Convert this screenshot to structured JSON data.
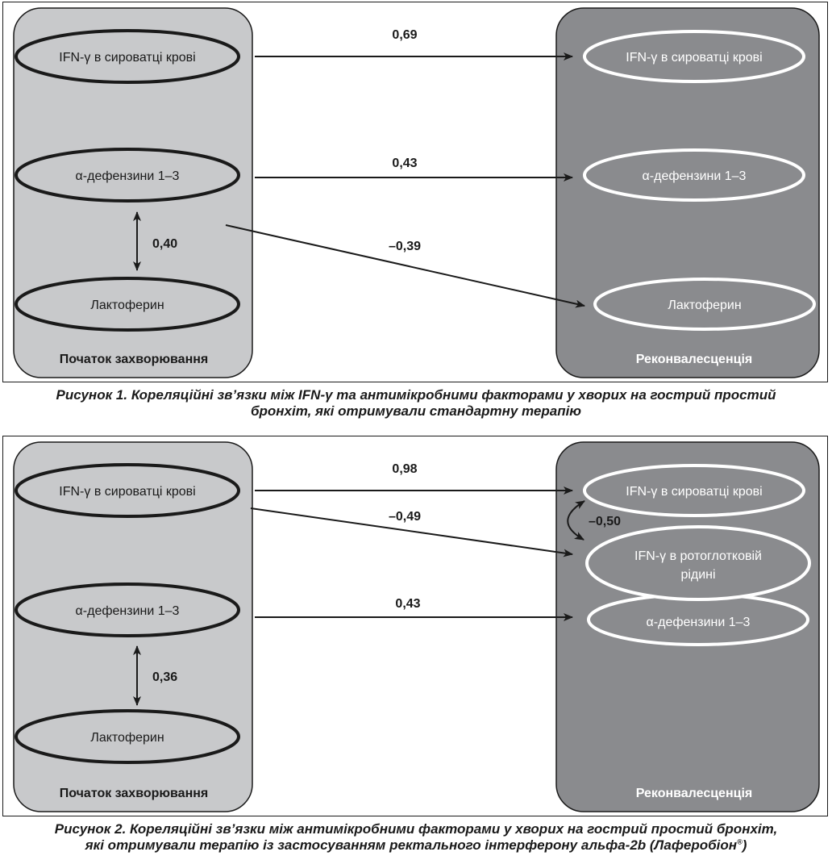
{
  "figure1": {
    "left_panel": {
      "label": "Початок захворювання",
      "nodes": [
        {
          "id": "ifn",
          "label": "IFN-γ в сироватці крові"
        },
        {
          "id": "def",
          "label": "α-дефензини 1–3"
        },
        {
          "id": "lac",
          "label": "Лактоферин"
        }
      ]
    },
    "right_panel": {
      "label": "Реконвалесценція",
      "nodes": [
        {
          "id": "ifn",
          "label": "IFN-γ в сироватці крові"
        },
        {
          "id": "def",
          "label": "α-дефензини 1–3"
        },
        {
          "id": "lac",
          "label": "Лактоферин"
        }
      ]
    },
    "edges": [
      {
        "from": "left.ifn",
        "to": "right.ifn",
        "value": "0,69"
      },
      {
        "from": "left.def",
        "to": "right.def",
        "value": "0,43"
      },
      {
        "from": "left.def",
        "to": "right.lac",
        "value": "–0,39"
      },
      {
        "from": "left.def",
        "to": "left.lac",
        "value": "0,40",
        "bidirectional": true
      }
    ],
    "caption": {
      "line1": "Рисунок 1. Кореляційні зв’язки між IFN-γ та антимікробними факторами у хворих на гострий простий",
      "line2": "бронхіт, які отримували стандартну терапію"
    }
  },
  "figure2": {
    "left_panel": {
      "label": "Початок захворювання",
      "nodes": [
        {
          "id": "ifn",
          "label": "IFN-γ в сироватці крові"
        },
        {
          "id": "def",
          "label": "α-дефензини 1–3"
        },
        {
          "id": "lac",
          "label": "Лактоферин"
        }
      ]
    },
    "right_panel": {
      "label": "Реконвалесценція",
      "nodes": [
        {
          "id": "ifn",
          "label": "IFN-γ в сироватці крові"
        },
        {
          "id": "oro",
          "label_line1": "IFN-γ в ротоглотковій",
          "label_line2": "рідині"
        },
        {
          "id": "def",
          "label": "α-дефензини 1–3"
        }
      ]
    },
    "edges": [
      {
        "from": "left.ifn",
        "to": "right.ifn",
        "value": "0,98"
      },
      {
        "from": "left.ifn",
        "to": "right.oro",
        "value": "–0,49"
      },
      {
        "from": "left.def",
        "to": "right.def",
        "value": "0,43"
      },
      {
        "from": "left.def",
        "to": "left.lac",
        "value": "0,36",
        "bidirectional": true
      },
      {
        "from": "right.ifn",
        "to": "right.oro",
        "value": "–0,50",
        "bidirectional": true
      }
    ],
    "caption": {
      "line1": "Рисунок 2. Кореляційні зв’язки між антимікробними факторами у хворих на гострий простий бронхіт,",
      "line2_main": "які отримували терапію із застосуванням ректального інтерферону альфа-2b (Лаферобіон",
      "line2_sup": "®",
      "line2_end": ")"
    }
  },
  "colors": {
    "left_panel_fill": "#c8c9cb",
    "right_panel_fill": "#8a8b8e",
    "stroke": "#1a1a1a",
    "white": "#ffffff"
  }
}
